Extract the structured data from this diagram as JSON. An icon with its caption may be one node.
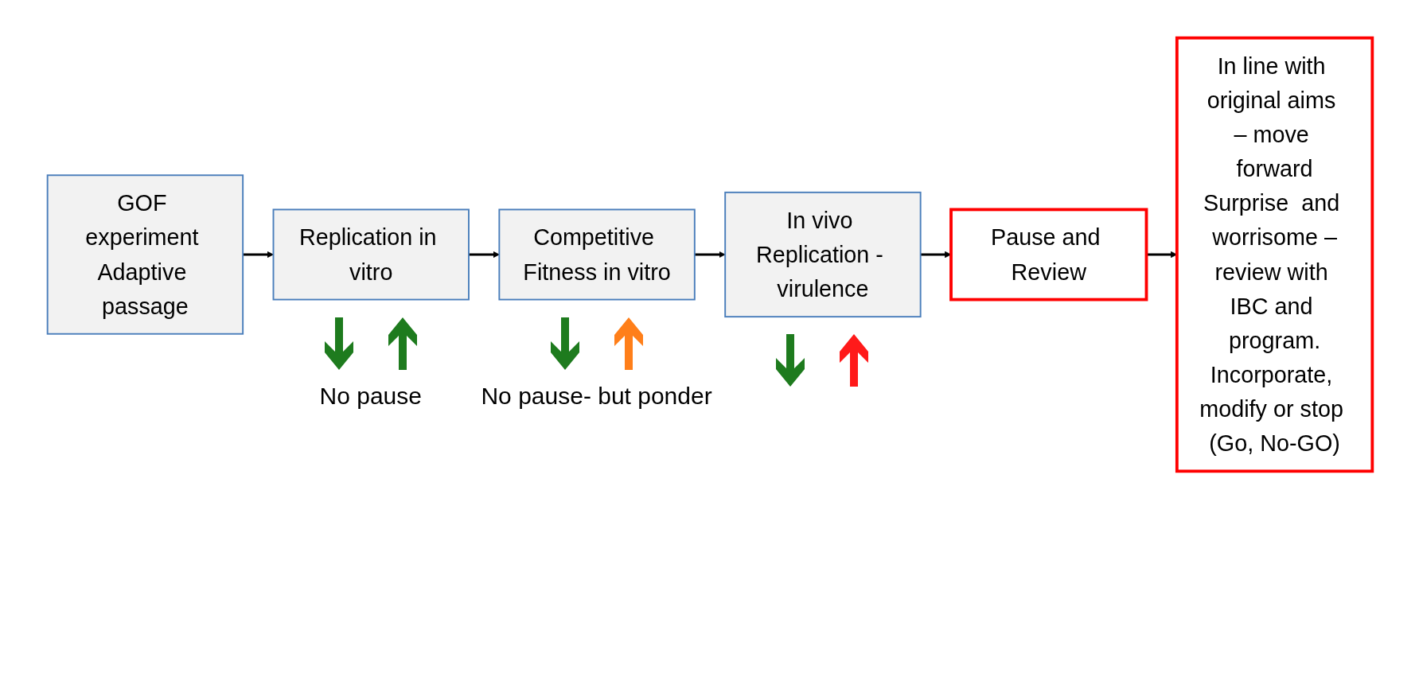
{
  "diagram": {
    "nodes": [
      {
        "text": [
          "GOF experiment Adaptive passage"
        ]
      },
      {
        "text": [
          "Replication in vitro"
        ]
      },
      {
        "text": [
          "Competitive Fitness in vitro"
        ]
      },
      {
        "text": [
          "In vivo Replication - virulence"
        ]
      },
      {
        "text": [
          "Pause and Review"
        ]
      },
      {
        "text": [
          "In line with original aims – move forward",
          "Surprise  and worrisome –",
          "review with IBC and program.",
          "Incorporate, modify or stop (Go, No-GO)"
        ]
      }
    ],
    "edges": [
      {
        "from": 0,
        "to": 1,
        "arrow": "to"
      },
      {
        "from": 1,
        "to": 2,
        "arrow": "to"
      },
      {
        "from": 2,
        "to": 3,
        "arrow": "to"
      },
      {
        "from": 3,
        "to": 4,
        "arrow": "to"
      },
      {
        "from": 4,
        "to": 5,
        "arrow": "to"
      }
    ],
    "labels": [
      "No pause",
      "No pause- but ponder"
    ]
  }
}
